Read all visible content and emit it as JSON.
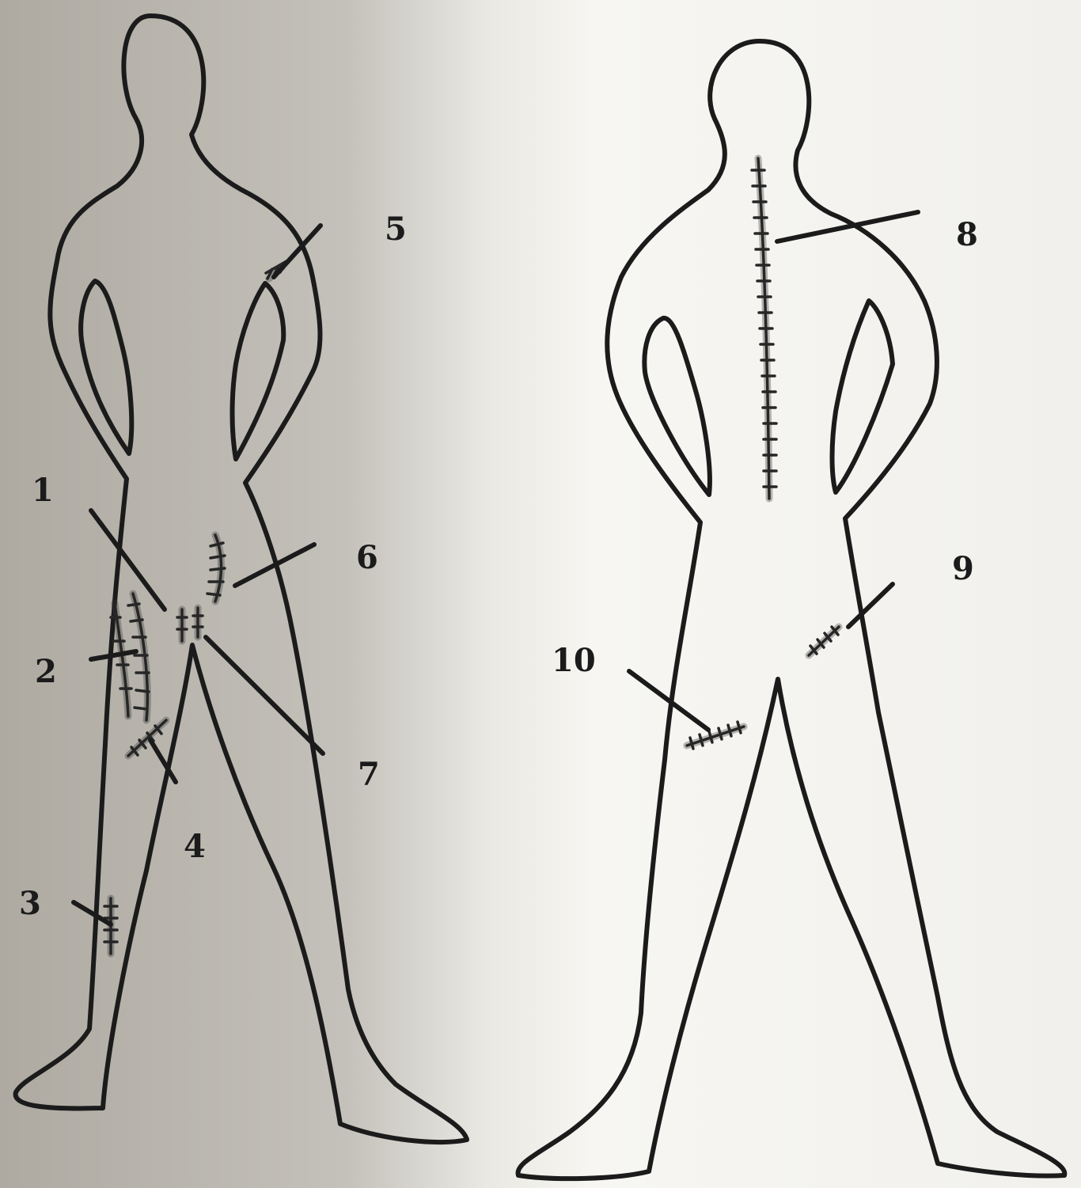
{
  "figure": {
    "front_view": {
      "labels": [
        "1",
        "2",
        "3",
        "4",
        "5",
        "6",
        "7"
      ]
    },
    "back_view": {
      "labels": [
        "8",
        "9",
        "10"
      ]
    }
  },
  "colors": {
    "paper_left": "#b6b3ac",
    "paper_right": "#f4f3ef",
    "ink": "#1b1b1b"
  }
}
